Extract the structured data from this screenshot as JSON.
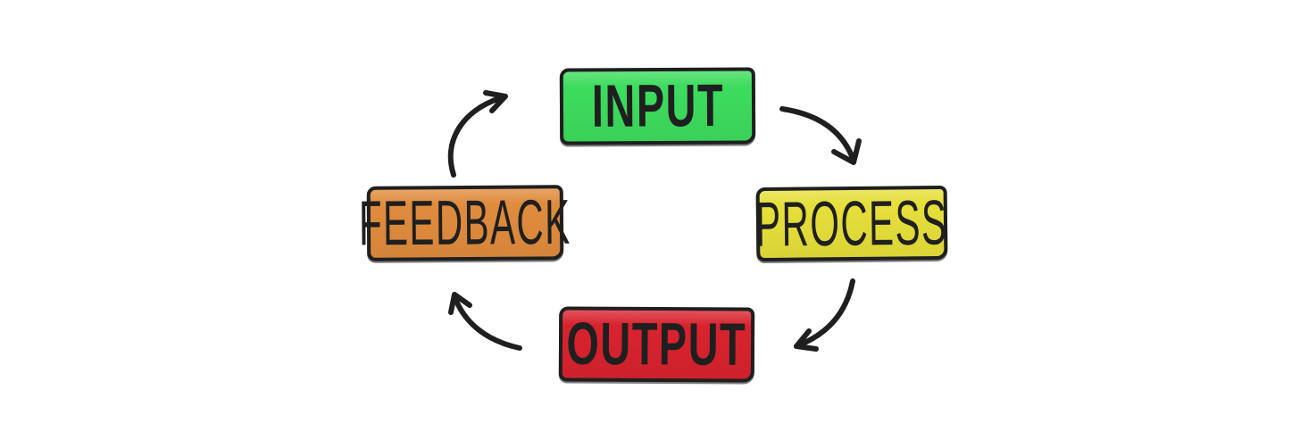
{
  "canvas": {
    "background": "#ffffff",
    "ink_color": "#1f1f1f"
  },
  "diagram": {
    "title": "input-process-output-feedback cycle",
    "type": "cycle",
    "direction": "clockwise",
    "nodes": [
      {
        "id": "input",
        "label": "INPUT",
        "color": "#3ddc5e",
        "position": "top",
        "text_style": "heavy"
      },
      {
        "id": "process",
        "label": "PROCESS",
        "color": "#e6df3b",
        "position": "right",
        "text_style": "thin"
      },
      {
        "id": "output",
        "label": "OUTPUT",
        "color": "#d8232f",
        "position": "bottom",
        "text_style": "heavy"
      },
      {
        "id": "feedback",
        "label": "FEEDBACK",
        "color": "#e08c3e",
        "position": "left",
        "text_style": "thin"
      }
    ],
    "arrows": [
      {
        "from": "input",
        "to": "process"
      },
      {
        "from": "process",
        "to": "output"
      },
      {
        "from": "output",
        "to": "feedback"
      },
      {
        "from": "feedback",
        "to": "input"
      }
    ]
  }
}
